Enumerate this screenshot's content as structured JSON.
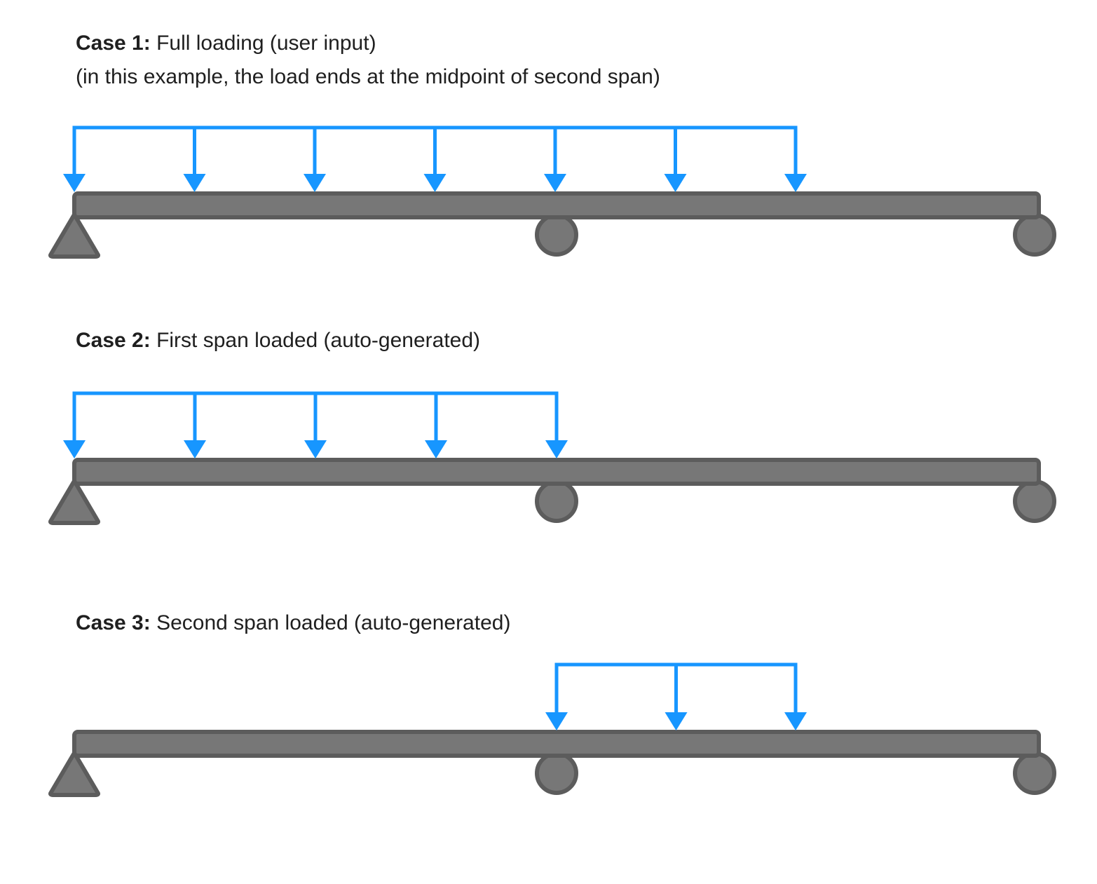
{
  "cases": [
    {
      "label": "Case 1:",
      "text": " Full loading (user input)",
      "note": "(in this example, the load ends at the midpoint of second span)",
      "load_span": [
        0,
        1.5
      ]
    },
    {
      "label": "Case 2:",
      "text": " First span loaded (auto-generated)",
      "load_span": [
        0,
        1.0
      ]
    },
    {
      "label": "Case 3:",
      "text": " Second span loaded (auto-generated)",
      "load_span": [
        1.0,
        1.5
      ]
    }
  ],
  "supports": [
    "pin",
    "roller",
    "roller"
  ],
  "colors": {
    "load": "#1796ff",
    "beam_fill": "#777777",
    "beam_stroke": "#5c5c5c",
    "text": "#1f1f1f"
  }
}
